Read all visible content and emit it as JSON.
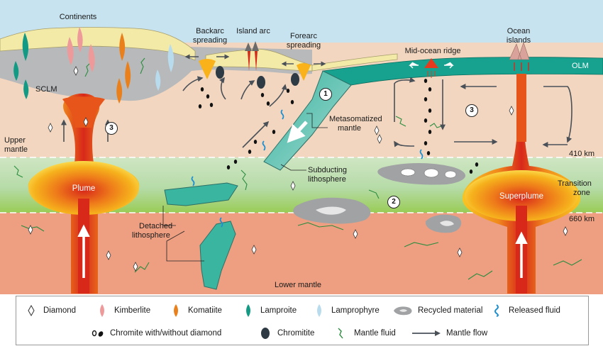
{
  "labels": {
    "continents": "Continents",
    "backarc": "Backarc spreading",
    "backarc_l1": "Backarc",
    "backarc_l2": "spreading",
    "island_arc": "Island arc",
    "forearc_l1": "Forearc",
    "forearc_l2": "spreading",
    "mor": "Mid-ocean ridge",
    "ocean_l1": "Ocean",
    "ocean_l2": "islands",
    "olm": "OLM",
    "sclm": "SCLM",
    "upper_l1": "Upper",
    "upper_l2": "mantle",
    "meta_l1": "Metasomatized",
    "meta_l2": "mantle",
    "km410": "410 km",
    "subduct_l1": "Subducting",
    "subduct_l2": "lithosphere",
    "plume": "Plume",
    "superplume": "Superplume",
    "trans_l1": "Transition",
    "trans_l2": "zone",
    "km660": "660 km",
    "detached_l1": "Detached",
    "detached_l2": "lithosphere",
    "lower": "Lower mantle",
    "n1": "1",
    "n2": "2",
    "n3": "3"
  },
  "legend": {
    "row1": [
      {
        "icon": "diamond-icon",
        "label": "Diamond"
      },
      {
        "icon": "kimberlite-icon",
        "label": "Kimberlite"
      },
      {
        "icon": "komatiite-icon",
        "label": "Komatiite"
      },
      {
        "icon": "lamproite-icon",
        "label": "Lamproite"
      },
      {
        "icon": "lamprophyre-icon",
        "label": "Lamprophyre"
      },
      {
        "icon": "recycled-material-icon",
        "label": "Recycled material"
      },
      {
        "icon": "released-fluid-icon",
        "label": "Released fluid"
      }
    ],
    "row2": [
      {
        "icon": "chromite-icon",
        "label": "Chromite with/without diamond"
      },
      {
        "icon": "chromitite-icon",
        "label": "Chromitite"
      },
      {
        "icon": "mantle-fluid-icon",
        "label": "Mantle fluid"
      },
      {
        "icon": "mantle-flow-arrow-icon",
        "label": "Mantle flow"
      }
    ]
  },
  "colors": {
    "sky": "#c7e3f0",
    "upper_mantle": "#f2d6bf",
    "transition": "#b8dcaa",
    "lower_mantle": "#ee9f82",
    "crust": "#f3eaa8",
    "sclm": "#b8b9bb",
    "ocean_lith": "#17a28f",
    "plume": "#f07d18",
    "kimberlite": "#ee9a9a",
    "komatiite": "#e9801c",
    "lamproite": "#139a84",
    "lamprophyre": "#b8dcee",
    "fluid": "#1d8fd0"
  }
}
